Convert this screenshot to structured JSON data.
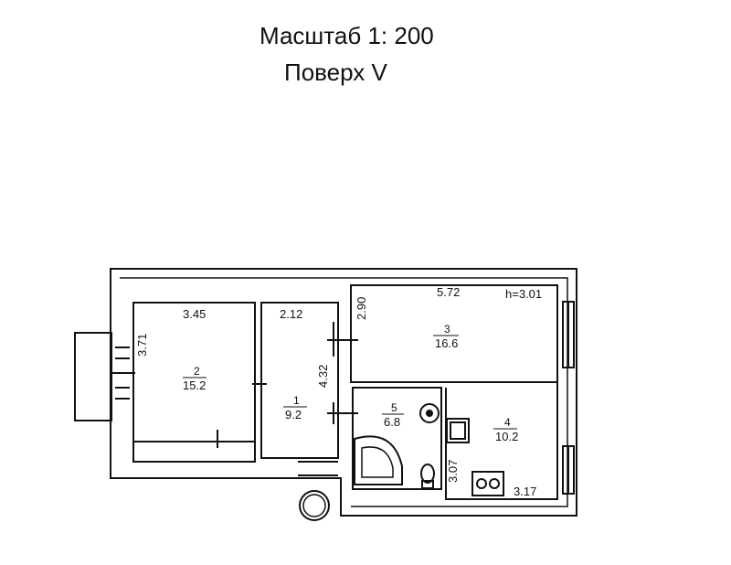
{
  "header": {
    "scale": "Масштаб 1: 200",
    "floor": "Поверх V"
  },
  "rooms": [
    {
      "number": "1",
      "area": "9.2"
    },
    {
      "number": "2",
      "area": "15.2"
    },
    {
      "number": "3",
      "area": "16.6"
    },
    {
      "number": "4",
      "area": "10.2"
    },
    {
      "number": "5",
      "area": "6.8"
    }
  ],
  "dimensions": {
    "room2_width": "3.45",
    "room2_depth": "3.71",
    "room1_width": "2.12",
    "room1_depth": "4.32",
    "room3_width": "5.72",
    "room3_depth": "2.90",
    "ceiling_height": "h=3.01",
    "room4_depth": "3.07",
    "room4_width": "3.17"
  }
}
